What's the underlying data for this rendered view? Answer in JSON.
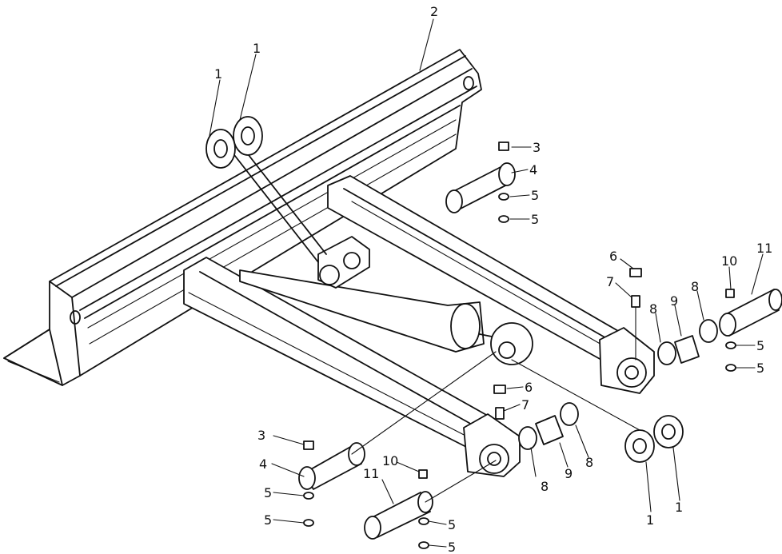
{
  "diagram": {
    "callouts": [
      {
        "id": "c2",
        "text": "2"
      },
      {
        "id": "c1a",
        "text": "1"
      },
      {
        "id": "c1b",
        "text": "1"
      },
      {
        "id": "c3a",
        "text": "3"
      },
      {
        "id": "c4a",
        "text": "4"
      },
      {
        "id": "c5a",
        "text": "5"
      },
      {
        "id": "c5b",
        "text": "5"
      },
      {
        "id": "c6a",
        "text": "6"
      },
      {
        "id": "c7a",
        "text": "7"
      },
      {
        "id": "c8a",
        "text": "8"
      },
      {
        "id": "c9a",
        "text": "9"
      },
      {
        "id": "c8b",
        "text": "8"
      },
      {
        "id": "c10a",
        "text": "10"
      },
      {
        "id": "c11a",
        "text": "11"
      },
      {
        "id": "c5c",
        "text": "5"
      },
      {
        "id": "c5d",
        "text": "5"
      },
      {
        "id": "c6b",
        "text": "6"
      },
      {
        "id": "c7b",
        "text": "7"
      },
      {
        "id": "c8c",
        "text": "8"
      },
      {
        "id": "c9b",
        "text": "9"
      },
      {
        "id": "c8d",
        "text": "8"
      },
      {
        "id": "c1c",
        "text": "1"
      },
      {
        "id": "c1d",
        "text": "1"
      },
      {
        "id": "c3b",
        "text": "3"
      },
      {
        "id": "c4b",
        "text": "4"
      },
      {
        "id": "c5e",
        "text": "5"
      },
      {
        "id": "c5f",
        "text": "5"
      },
      {
        "id": "c10b",
        "text": "10"
      },
      {
        "id": "c11b",
        "text": "11"
      },
      {
        "id": "c5g",
        "text": "5"
      },
      {
        "id": "c5h",
        "text": "5"
      }
    ]
  }
}
